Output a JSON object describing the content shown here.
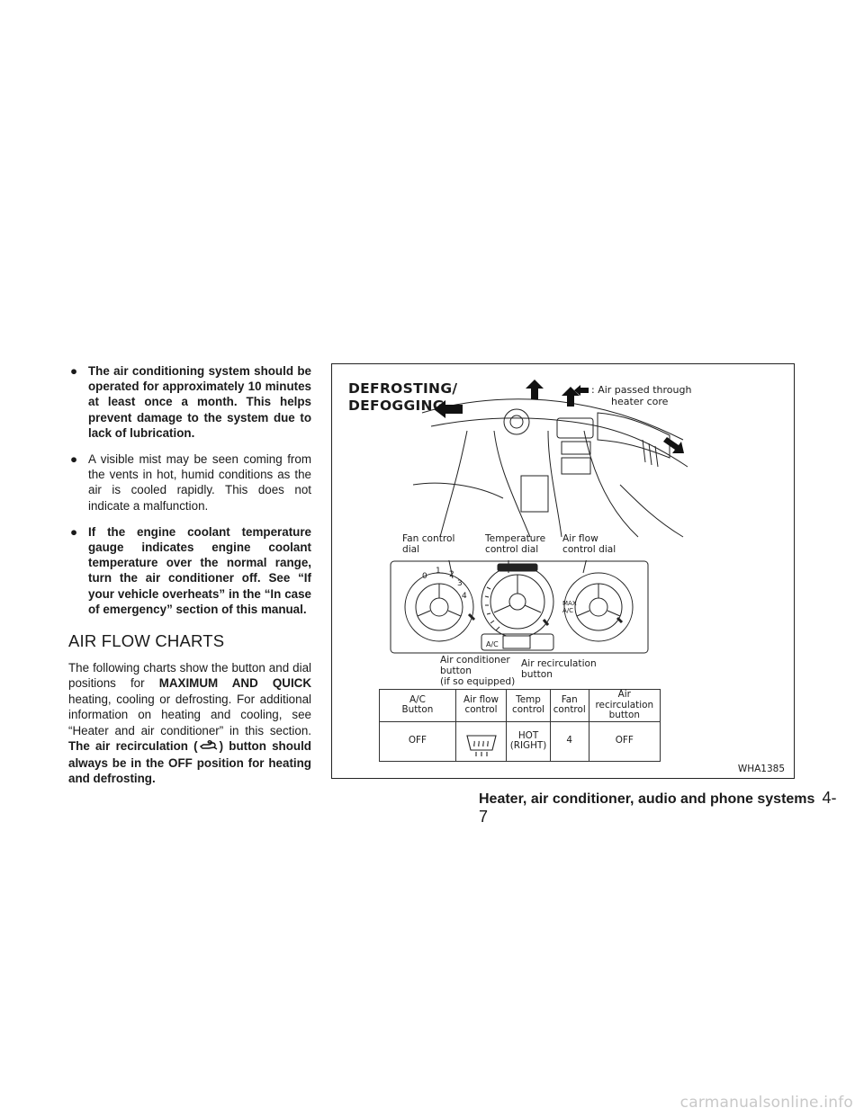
{
  "bullets": [
    {
      "marker": "●",
      "bold": true,
      "text": "The air conditioning system should be operated for approximately 10 minutes at least once a month. This helps prevent damage to the system due to lack of lubrication."
    },
    {
      "marker": "●",
      "bold": false,
      "text": "A visible mist may be seen coming from the vents in hot, humid conditions as the air is cooled rapidly. This does not indicate a malfunction."
    },
    {
      "marker": "●",
      "bold": true,
      "text": "If the engine coolant temperature gauge indicates engine coolant temperature over the normal range, turn the air conditioner off. See “If your vehicle overheats” in the “In case of emergency” section of this manual."
    }
  ],
  "section": {
    "heading": "AIR FLOW CHARTS",
    "para_1": "The following charts show the button and dial positions for ",
    "para_bold_1": "MAXIMUM AND QUICK",
    "para_2": " heating, cooling or defrosting. For additional information on heating and cooling, see “Heater and air conditioner” in this section. ",
    "para_bold_2": "The air recirculation (",
    "para_bold_3": ") button should always be in the OFF position for heating and defrosting.",
    "recirc_icon": "recirculation-icon"
  },
  "figure": {
    "title": "DEFROSTING/\nDEFOGGING",
    "legend_line1": ": Air passed through",
    "legend_line2": "heater core",
    "label_fan": "Fan control\ndial",
    "label_temp": "Temperature\ncontrol dial",
    "label_airflow": "Air flow\ncontrol dial",
    "label_ac": "Air conditioner\nbutton\n(if so equipped)",
    "label_recirc": "Air recirculation\nbutton",
    "panel_ac_text": "A/C",
    "panel_max_text": "MAX\nA/C",
    "fan_ticks": [
      "0",
      "1",
      "2",
      "3",
      "4"
    ],
    "code": "WHA1385"
  },
  "table": {
    "headers": [
      "A/C\nButton",
      "Air flow\ncontrol",
      "Temp\ncontrol",
      "Fan\ncontrol",
      "Air\nrecirculation\nbutton"
    ],
    "row": [
      "OFF",
      "defrost-icon",
      "HOT\n(RIGHT)",
      "4",
      "OFF"
    ]
  },
  "footer": {
    "section_title": "Heater, air conditioner, audio and phone systems",
    "page": "4-7"
  },
  "watermark": "carmanualsonline.info"
}
